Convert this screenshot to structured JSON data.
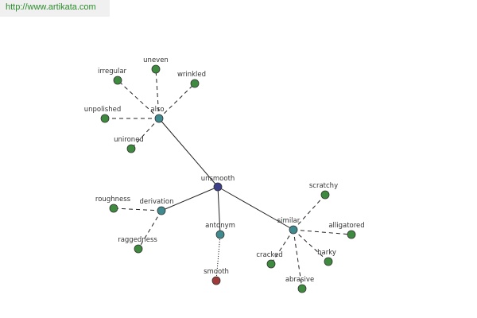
{
  "header": {
    "url": "http://www.artikata.com"
  },
  "colors": {
    "center": "#3b3f8a",
    "relation": "#3f8a8e",
    "word": "#3e8a3e",
    "antonym_word": "#a03a3a"
  },
  "graph": {
    "center": {
      "id": "unsmooth",
      "label": "unsmooth"
    },
    "relations": [
      {
        "id": "also",
        "label": "also",
        "words": [
          "irregular",
          "uneven",
          "wrinkled",
          "unpolished",
          "unironed"
        ]
      },
      {
        "id": "derivation",
        "label": "derivation",
        "words": [
          "roughness",
          "raggedness"
        ]
      },
      {
        "id": "antonym",
        "label": "antonym",
        "words": [
          "smooth"
        ]
      },
      {
        "id": "similar",
        "label": "similar",
        "words": [
          "scratchy",
          "alligatored",
          "barky",
          "abrasive",
          "cracked"
        ]
      }
    ]
  }
}
